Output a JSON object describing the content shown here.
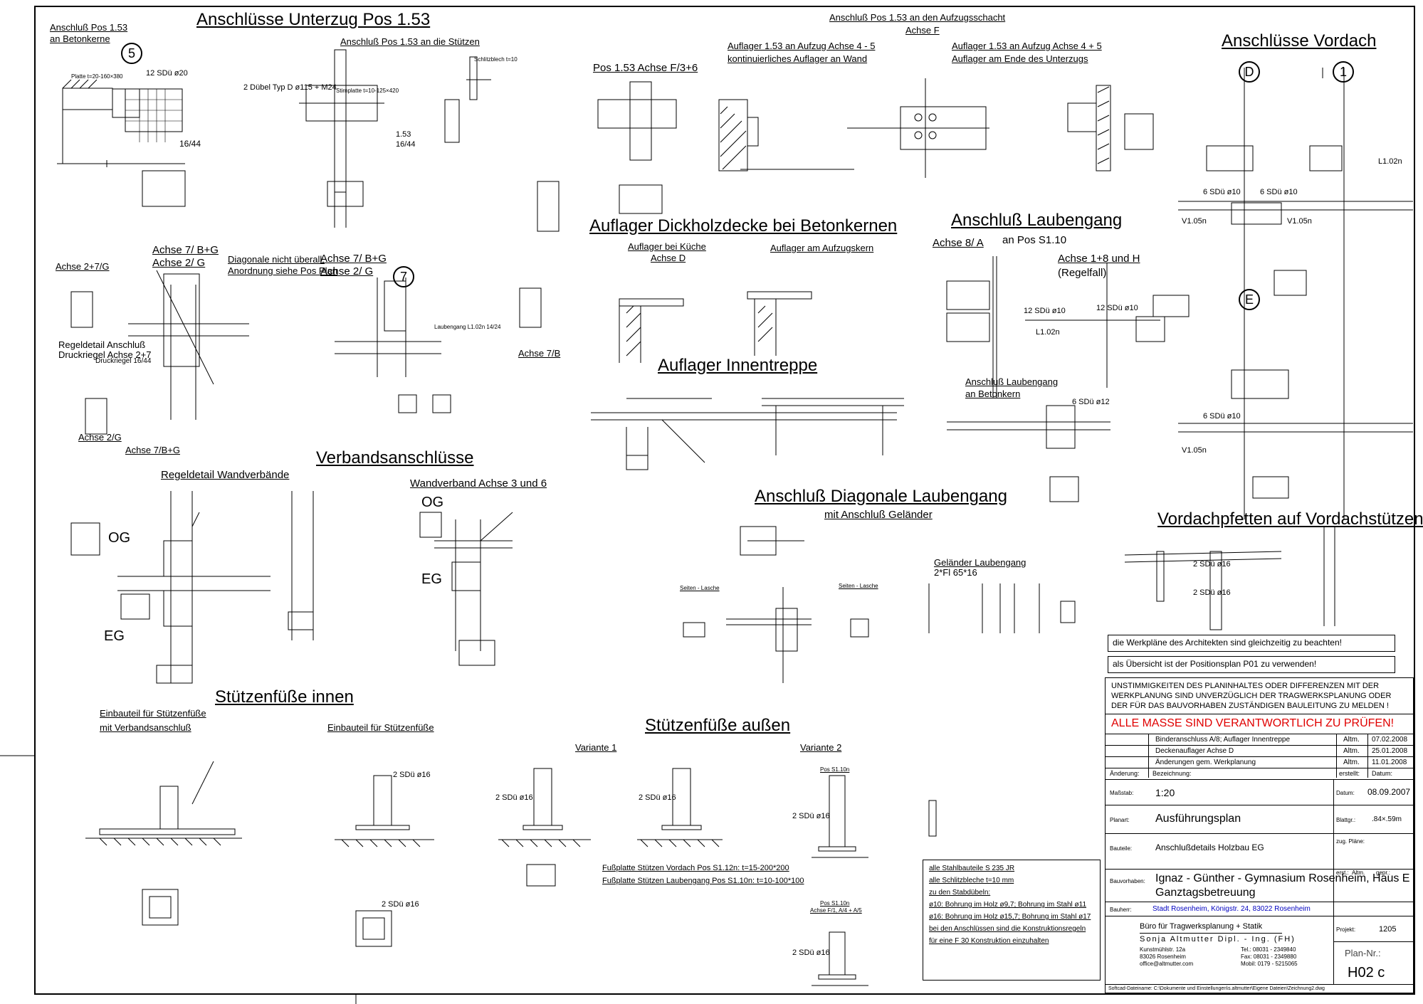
{
  "titles": {
    "unterzug": "Anschlüsse Unterzug Pos 1.53",
    "betonkerne_pos": "Anschluß Pos 1.53",
    "betonkerne_an": "an Betonkerne",
    "stuetzen": "Anschluß Pos 1.53 an die Stützen",
    "aufzug1": "Anschluß Pos 1.53 an den Aufzugsschacht",
    "aufzug2": "Achse F",
    "auflager_wand1": "Auflager 1.53 an Aufzug Achse 4 - 5",
    "auflager_wand2": "kontinuierliches Auflager an Wand",
    "auflager_ende1": "Auflager 1.53 an Aufzug Achse 4 + 5",
    "auflager_ende2": "Auflager am Ende des Unterzugs",
    "pos153": "Pos 1.53 Achse F/3+6",
    "vordach": "Anschlüsse Vordach",
    "dickholz": "Auflager Dickholzdecke bei Betonkernen",
    "kueche1": "Auflager bei Küche",
    "kueche2": "Achse D",
    "aufzugskern": "Auflager am Aufzugskern",
    "laubengang": "Anschluß Laubengang",
    "achse8a": "Achse 8/ A",
    "pos_s110": "an Pos S1.10",
    "achse18h1": "Achse 1+8 und H",
    "achse18h2": "(Regelfall)",
    "innentreppe": "Auflager Innentreppe",
    "laub_beton1": "Anschluß Laubengang",
    "laub_beton2": "an Betonkern",
    "achse27g": "Achse 2+7/G",
    "achse7bg": "Achse 7/ B+G",
    "achse2g": "Achse 2/ G",
    "diag_note1": "Diagonale nicht überall.",
    "diag_note2": "Anordnung siehe Pos Plan",
    "achse7bg_b": "Achse 7/ B+G",
    "achse2g_b": "Achse 2/ G",
    "achse7b": "Achse 7/B",
    "achse2g_s": "Achse 2/G",
    "achse7bg_s": "Achse 7/B+G",
    "regeldetail_anschl1": "Regeldetail Anschluß",
    "regeldetail_anschl2": "Druckriegel Achse 2+7",
    "verbands": "Verbandsanschlüsse",
    "regel_wand": "Regeldetail Wandverbände",
    "wandverband": "Wandverband Achse 3 und 6",
    "og": "OG",
    "eg": "EG",
    "diag_laub": "Anschluß Diagonale Laubengang",
    "gelaender": "mit Anschluß Geländer",
    "gelaender_laub1": "Geländer Laubengang",
    "gelaender_laub2": "2*Fl 65*16",
    "seiten_lasche": "Seiten - Lasche",
    "vordachpfetten": "Vordachpfetten auf Vordachstützen",
    "fuesse_innen": "Stützenfüße innen",
    "einbau1a": "Einbauteil für Stützenfüße",
    "einbau1b": "mit Verbandsanschluß",
    "einbau2": "Einbauteil für Stützenfüße",
    "fuesse_aussen": "Stützenfüße außen",
    "variante1": "Variante 1",
    "variante2": "Variante 2",
    "pos_s110n": "Pos S1.10n",
    "pos_s110n_b": "Pos S1.10n",
    "achse_f1": "Achse F/1, A/4 + A/5",
    "fussplatte_vordach": "Fußplatte Stützen Vordach Pos S1.12n: t=15-200*200",
    "fussplatte_laub": "Fußplatte Stützen Laubengang Pos S1.10n: t=10-100*100"
  },
  "circles": [
    "5",
    "7",
    "D",
    "1",
    "E"
  ],
  "annotations": {
    "duebel1": "2 Dübel Typ D ø115 + M24",
    "stirnplatte": "Stirnplatte t=10-125×420",
    "platte": "Platte t=20-160×380",
    "schlitz": "Schlitzblech t=10",
    "v153": "1.53",
    "v1644": "16/44",
    "sdue20": "12 SDü ø20",
    "sdue10": "12 SDü ø10",
    "sdue12": "6 SDü ø12",
    "sdue16": "2 SDü ø16",
    "sdue10b": "6 SDü ø10",
    "l102n": "L1.02n",
    "v105n": "V1.05n",
    "laubengang": "Laubengang L1.02n 14/24",
    "druckriegel": "Druckriegel 16/44"
  },
  "notes": {
    "werkplaene": "die Werkpläne des Architekten sind gleichzeitig zu beachten!",
    "uebersicht": "als Übersicht ist der Positionsplan P01 zu verwenden!",
    "lines": [
      "alle Stahlbauteile S 235 JR",
      "alle Schlitzbleche t=10 mm",
      "zu den Stabdübeln:",
      "ø10: Bohrung im Holz ø9,7; Bohrung im Stahl ø11",
      "ø16: Bohrung im Holz ø15,7; Bohrung im Stahl ø17",
      "bei den Anschlüssen sind die Konstruktionsregeln",
      "für eine F 30 Konstruktion einzuhalten"
    ]
  },
  "titleblock": {
    "warn1": "UNSTIMMIGKEITEN DES PLANINHALTES ODER DIFFERENZEN MIT DER",
    "warn2": "WERKPLANUNG SIND UNVERZÜGLICH DER TRAGWERKSPLANUNG ODER",
    "warn3": "DER FÜR DAS BAUVORHABEN ZUSTÄNDIGEN BAULEITUNG ZU MELDEN !",
    "warn_red": "ALLE MASSE SIND VERANTWORTLICH ZU PRÜFEN!",
    "changes": [
      {
        "text": "Binderanschluss A/8; Auflager Innentreppe",
        "by": "Altm.",
        "date": "07.02.2008"
      },
      {
        "text": "Deckenauflager Achse D",
        "by": "Altm.",
        "date": "25.01.2008"
      },
      {
        "text": "Änderungen gem. Werkplanung",
        "by": "Altm.",
        "date": "11.01.2008"
      }
    ],
    "col_aenderung": "Änderung:",
    "col_bezeichnung": "Bezeichnung:",
    "col_erstellt": "erstellt:",
    "col_datum": "Datum:",
    "massstab_label": "Maßstab:",
    "massstab": "1:20",
    "datum_label": "Datum:",
    "datum": "08.09.2007",
    "planart_label": "Planart:",
    "planart": "Ausführungsplan",
    "blattgr_label": "Blattgr.:",
    "blattgr": ".84×.59m",
    "bauteile_label": "Bauteile:",
    "bauteile": "Anschlußdetails Holzbau EG",
    "zug_label": "zug. Pläne:",
    "bauvorhaben_label": "Bauvorhaben:",
    "bauvorhaben1": "Ignaz - Günther - Gymnasium Rosenheim, Haus E",
    "bauvorhaben2": "Ganztagsbetreuung",
    "bauherr_label": "Bauherr:",
    "bauherr": "Stadt Rosenheim, Königstr. 24, 83022 Rosenheim",
    "buero": "Büro für Tragwerksplanung + Statik",
    "name": "Sonja Altmutter Dipl. - Ing. (FH)",
    "addr1": "Kunstmühlstr. 12a",
    "addr2": "83026 Rosenheim",
    "addr3": "office@altmutter.com",
    "tel": "Tel.: 08031 - 2349840",
    "fax": "Fax: 08031 - 2349880",
    "mobil": "Mobil: 0179 - 5215065",
    "erst_label": "erst.:",
    "erst": "Altm.",
    "gepr_label": "gepr.:",
    "projekt_label": "Projekt:",
    "projekt": "1205",
    "plannr_label": "Plan-Nr.:",
    "plannr": "H02 c",
    "datei": "Softcad-Dateiname: C:\\Dokumente und Einstellungen\\s.altmutter\\Eigene Dateien\\Zeichnung2.dwg"
  },
  "colors": {
    "line": "#000000",
    "warn_red": "#e00000",
    "link_blue": "#0000c0"
  }
}
